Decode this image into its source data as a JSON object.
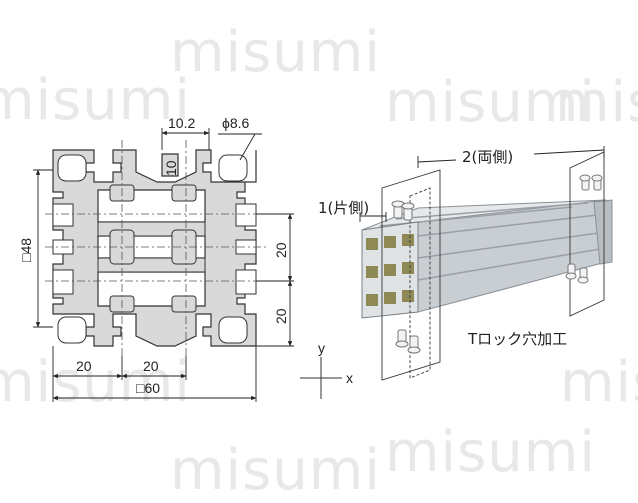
{
  "watermark": "misumi",
  "section_view": {
    "dim_slot_width": "10.2",
    "dim_hole": "ϕ8.6",
    "dim_slot_depth": "10",
    "dim_height": "□48",
    "dim_pitch_right_upper": "20",
    "dim_pitch_right_lower": "20",
    "dim_pitch_bottom_left": "20",
    "dim_pitch_bottom_mid": "20",
    "dim_width": "□60"
  },
  "axes": {
    "x_label": "x",
    "y_label": "y"
  },
  "iso_view": {
    "label_both_sides": "2(両側)",
    "label_one_side": "1(片側)",
    "label_process": "Tロック穴加工"
  },
  "colors": {
    "profile_fill": "#d9d9d9",
    "profile_stroke": "#333333",
    "bar_light": "#e6e9ec",
    "bar_mid": "#c9ced3",
    "bar_dark": "#a6acb2",
    "slot_olive": "#8f8a55"
  }
}
